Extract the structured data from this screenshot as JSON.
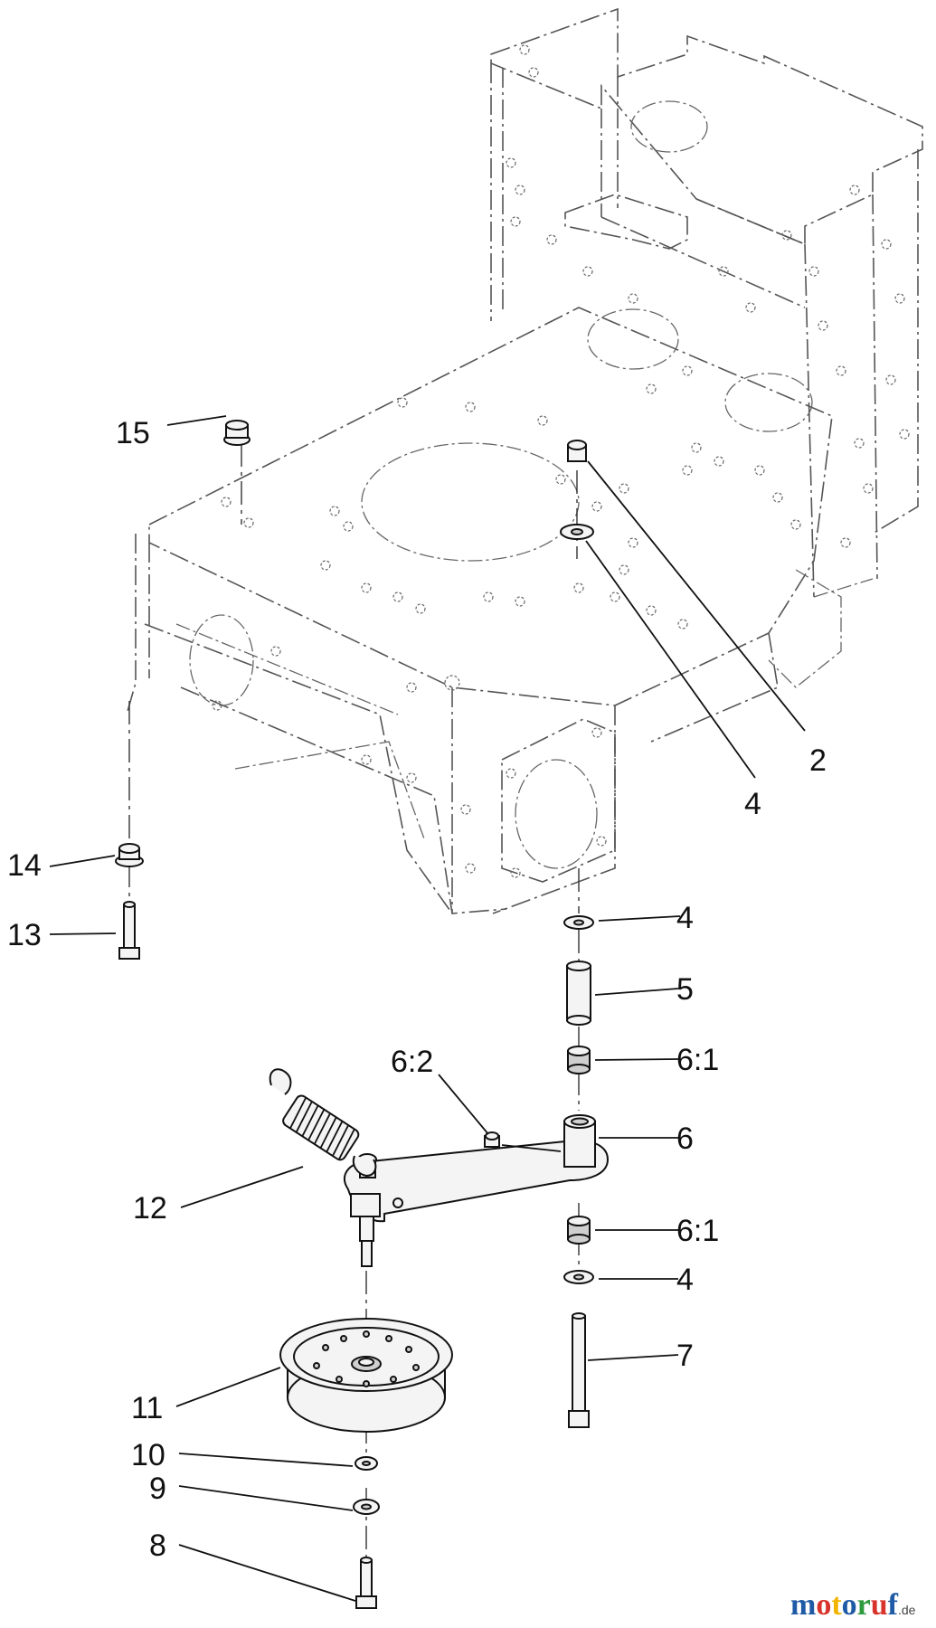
{
  "callouts": [
    {
      "label": "15"
    },
    {
      "label": "2"
    },
    {
      "label": "4"
    },
    {
      "label": "14"
    },
    {
      "label": "13"
    },
    {
      "label": "4"
    },
    {
      "label": "5"
    },
    {
      "label": "6:2"
    },
    {
      "label": "6:1"
    },
    {
      "label": "6"
    },
    {
      "label": "12"
    },
    {
      "label": "6:1"
    },
    {
      "label": "4"
    },
    {
      "label": "7"
    },
    {
      "label": "11"
    },
    {
      "label": "10"
    },
    {
      "label": "9"
    },
    {
      "label": "8"
    }
  ],
  "watermark": {
    "letters": [
      "m",
      "o",
      "t",
      "o",
      "r",
      "u",
      "f"
    ],
    "suffix": ".de",
    "colors": [
      "#1f5aa6",
      "#d8342c",
      "#f2b400",
      "#1f5aa6",
      "#2e9a3e",
      "#d8342c",
      "#1f5aa6"
    ]
  }
}
